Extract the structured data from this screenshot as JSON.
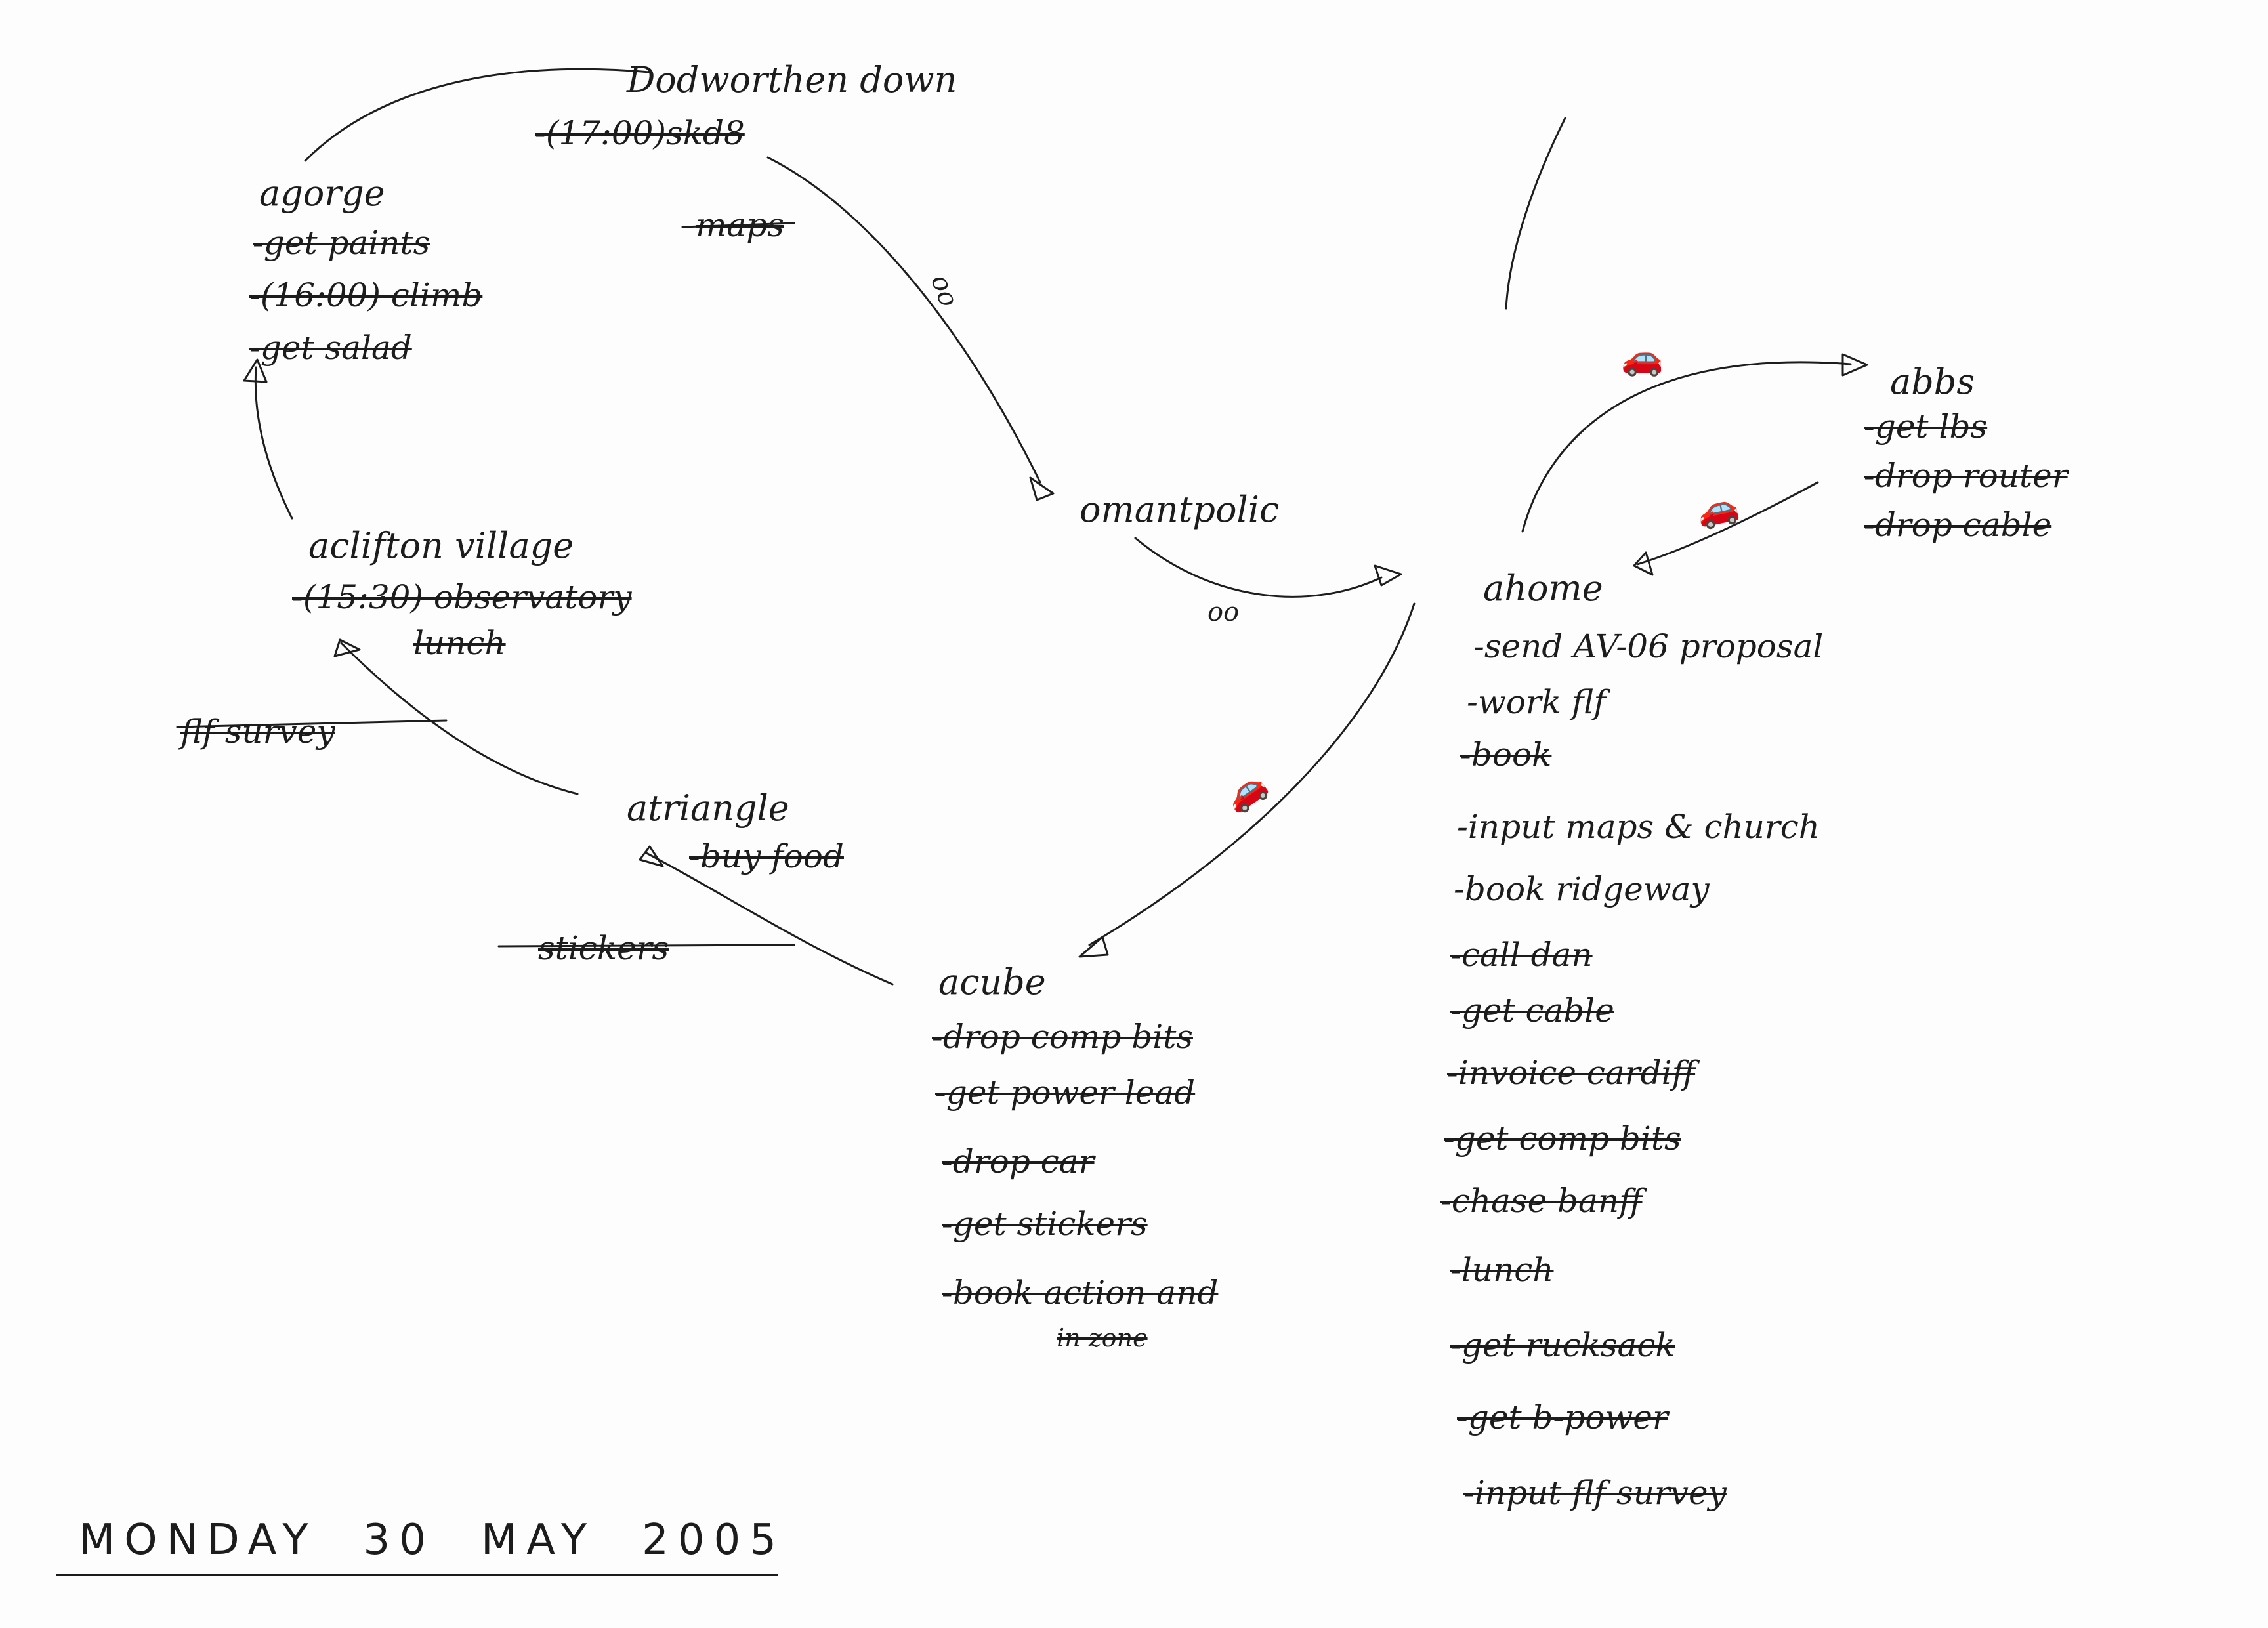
{
  "nodes": {
    "dodmoor": {
      "title": "Dodworthen down",
      "items": [
        "-(17:00)skd8"
      ]
    },
    "gorge": {
      "title": "agorge",
      "items": [
        "-get paints",
        "-(16:00) climb",
        "-get salad"
      ]
    },
    "clifton": {
      "title": "aclifton village",
      "items": [
        "-(15:30) observatory",
        "lunch"
      ]
    },
    "omantpolic": {
      "title": "omantpolic"
    },
    "abbs": {
      "title": "abbs",
      "items": [
        "-get lbs",
        "-drop router",
        "-drop cable"
      ]
    },
    "home": {
      "title": "ahome",
      "items": [
        "-send AV-06 proposal",
        "-work flf",
        "-book",
        "-input maps & church",
        "-book ridgeway",
        "-call dan",
        "-get cable",
        "-invoice cardiff",
        "-get comp bits",
        "-chase banff",
        "-lunch",
        "-get rucksack",
        "-get b-power",
        "-input flf survey"
      ]
    },
    "triangle": {
      "title": "atriangle",
      "items": [
        "-buy food"
      ]
    },
    "cube": {
      "title": "acube",
      "items": [
        "-drop comp bits",
        "-get power lead",
        "-drop car",
        "-get stickers",
        "-book action and",
        "in zone"
      ]
    }
  },
  "edge_labels": {
    "maps": "maps",
    "flf_survey": "flf survey",
    "stickers": "stickers",
    "bike_vertical": "oo",
    "bike_flat": "oo"
  },
  "footer": {
    "date_day": "MONDAY",
    "date_num": "30",
    "date_month": "MAY",
    "date_year": "2005"
  },
  "colors": {
    "ink": "#1c1c1c",
    "paper": "#fdfdfd"
  },
  "icons": [
    "car-icon",
    "bike-icon",
    "arrowhead-icon"
  ]
}
